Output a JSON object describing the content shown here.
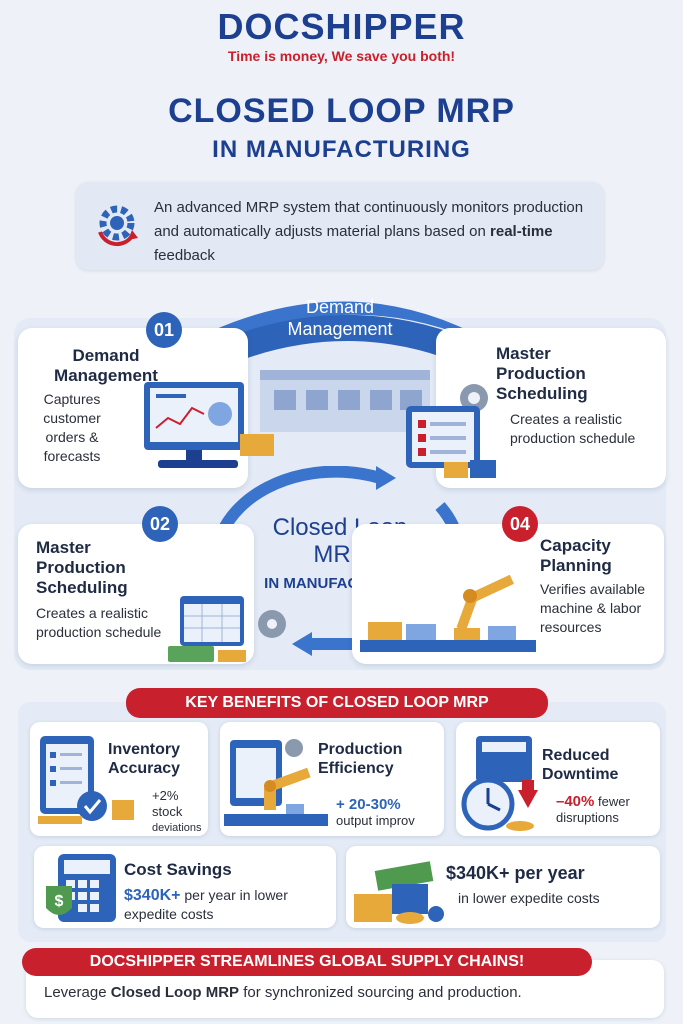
{
  "brand": {
    "logo": "DOCSHIPPER",
    "tagline": "Time is money, We save you both!"
  },
  "title": {
    "line1": "CLOSED LOOP MRP",
    "line2": "IN MANUFACTURING"
  },
  "intro": {
    "text_before": "An advanced MRP system that continuously monitors production and automatically adjusts material plans based on ",
    "highlight": "real-time",
    "text_after": " feedback"
  },
  "cycle": {
    "top_arrow_label": [
      "Demand",
      "Management"
    ],
    "center_title": [
      "Closed Loop",
      "MRP"
    ],
    "center_subtitle": "IN MANUFACTURING",
    "steps": [
      {
        "number": "01",
        "title": [
          "Demand",
          "Management"
        ],
        "desc": [
          "Captures",
          "customer",
          "orders &",
          "forecasts"
        ]
      },
      {
        "number": "",
        "title": [
          "Master",
          "Production",
          "Scheduling"
        ],
        "desc": [
          "Creates a realistic",
          "production schedule"
        ]
      },
      {
        "number": "02",
        "title": [
          "Master",
          "Production",
          "Scheduling"
        ],
        "desc": [
          "Creates a realistic",
          "production schedule"
        ]
      },
      {
        "number": "04",
        "title": [
          "Capacity",
          "Planning"
        ],
        "desc": [
          "Verifies available",
          "machine & labor",
          "resources"
        ]
      }
    ]
  },
  "benefits": {
    "banner": "KEY BENEFITS OF CLOSED LOOP MRP",
    "items": [
      {
        "title": [
          "Inventory",
          "Accuracy"
        ],
        "value": "+2%",
        "desc": [
          "stock",
          "deviations"
        ]
      },
      {
        "title": [
          "Production",
          "Efficiency"
        ],
        "value": "+ 20-30%",
        "desc": [
          "output improv"
        ]
      },
      {
        "title": [
          "Reduced",
          "Downtime"
        ],
        "value": "–40%",
        "value_suffix": " fewer",
        "desc": [
          "disruptions"
        ]
      },
      {
        "title": [
          "Cost Savings"
        ],
        "value": "$340K+",
        "value_suffix": " per year in lower",
        "desc": [
          "expedite costs"
        ]
      },
      {
        "title": [
          "$340K+ per year"
        ],
        "desc": [
          "in lower expedite costs"
        ]
      }
    ]
  },
  "footer": {
    "banner": "DOCSHIPPER STREAMLINES GLOBAL SUPPLY CHAINS!",
    "text_before": "Leverage ",
    "highlight": "Closed Loop MRP",
    "text_after": " for synchronized sourcing and production."
  },
  "colors": {
    "brand_blue": "#1d3f8f",
    "accent_blue": "#2d63b8",
    "accent_red": "#c8202d",
    "background": "#eef2f8"
  },
  "icons": [
    "gear-refresh-icon",
    "computer-dashboard-icon",
    "clipboard-checklist-icon",
    "calendar-icon",
    "robot-arm-icon",
    "clipboard-check-icon",
    "laptop-robot-icon",
    "clock-icon",
    "calculator-dollar-icon",
    "cash-stack-icon",
    "factory-icon"
  ]
}
